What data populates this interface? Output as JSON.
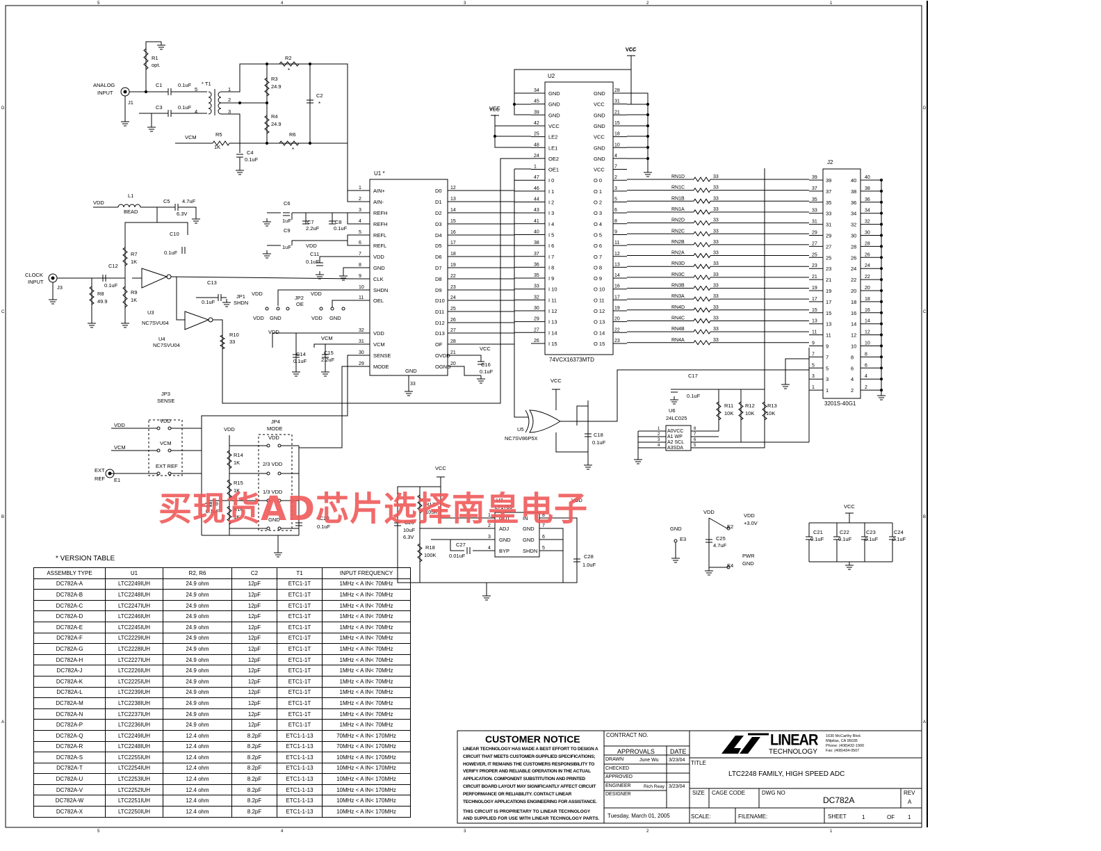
{
  "watermark": "买现货AD芯片选择南皇电子",
  "version_table": {
    "title": "VERSION TABLE",
    "headers": [
      "ASSEMBLY TYPE",
      "U1",
      "R2, R6",
      "C2",
      "T1",
      "INPUT FREQUENCY"
    ],
    "rows": [
      [
        "DC782A-A",
        "LTC2249IUH",
        "24.9 ohm",
        "12pF",
        "ETC1-1T",
        "1MHz < A IN< 70MHz"
      ],
      [
        "DC782A-B",
        "LTC2248IUH",
        "24.9 ohm",
        "12pF",
        "ETC1-1T",
        "1MHz < A IN< 70MHz"
      ],
      [
        "DC782A-C",
        "LTC2247IUH",
        "24.9 ohm",
        "12pF",
        "ETC1-1T",
        "1MHz < A IN< 70MHz"
      ],
      [
        "DC782A-D",
        "LTC2246IUH",
        "24.9 ohm",
        "12pF",
        "ETC1-1T",
        "1MHz < A IN< 70MHz"
      ],
      [
        "DC782A-E",
        "LTC2245IUH",
        "24.9 ohm",
        "12pF",
        "ETC1-1T",
        "1MHz < A IN< 70MHz"
      ],
      [
        "DC782A-F",
        "LTC2229IUH",
        "24.9 ohm",
        "12pF",
        "ETC1-1T",
        "1MHz < A IN< 70MHz"
      ],
      [
        "DC782A-G",
        "LTC2228IUH",
        "24.9 ohm",
        "12pF",
        "ETC1-1T",
        "1MHz < A IN< 70MHz"
      ],
      [
        "DC782A-H",
        "LTC2227IUH",
        "24.9 ohm",
        "12pF",
        "ETC1-1T",
        "1MHz < A IN< 70MHz"
      ],
      [
        "DC782A-J",
        "LTC2226IUH",
        "24.9 ohm",
        "12pF",
        "ETC1-1T",
        "1MHz < A IN< 70MHz"
      ],
      [
        "DC782A-K",
        "LTC2225IUH",
        "24.9 ohm",
        "12pF",
        "ETC1-1T",
        "1MHz < A IN< 70MHz"
      ],
      [
        "DC782A-L",
        "LTC2239IUH",
        "24.9 ohm",
        "12pF",
        "ETC1-1T",
        "1MHz < A IN< 70MHz"
      ],
      [
        "DC782A-M",
        "LTC2238IUH",
        "24.9 ohm",
        "12pF",
        "ETC1-1T",
        "1MHz < A IN< 70MHz"
      ],
      [
        "DC782A-N",
        "LTC2237IUH",
        "24.9 ohm",
        "12pF",
        "ETC1-1T",
        "1MHz < A IN< 70MHz"
      ],
      [
        "DC782A-P",
        "LTC2236IUH",
        "24.9 ohm",
        "12pF",
        "ETC1-1T",
        "1MHz < A IN< 70MHz"
      ],
      [
        "DC782A-Q",
        "LTC2249IUH",
        "12.4 ohm",
        "8.2pF",
        "ETC1-1-13",
        "70MHz < A IN< 170MHz"
      ],
      [
        "DC782A-R",
        "LTC2248IUH",
        "12.4 ohm",
        "8.2pF",
        "ETC1-1-13",
        "70MHz < A IN< 170MHz"
      ],
      [
        "DC782A-S",
        "LTC2255IUH",
        "12.4 ohm",
        "8.2pF",
        "ETC1-1-13",
        "10MHz < A IN< 170MHz"
      ],
      [
        "DC782A-T",
        "LTC2254IUH",
        "12.4 ohm",
        "8.2pF",
        "ETC1-1-13",
        "10MHz < A IN< 170MHz"
      ],
      [
        "DC782A-U",
        "LTC2253IUH",
        "12.4 ohm",
        "8.2pF",
        "ETC1-1-13",
        "10MHz < A IN< 170MHz"
      ],
      [
        "DC782A-V",
        "LTC2252IUH",
        "12.4 ohm",
        "8.2pF",
        "ETC1-1-13",
        "10MHz < A IN< 170MHz"
      ],
      [
        "DC782A-W",
        "LTC2251IUH",
        "12.4 ohm",
        "8.2pF",
        "ETC1-1-13",
        "10MHz < A IN< 170MHz"
      ],
      [
        "DC782A-X",
        "LTC2250IUH",
        "12.4 ohm",
        "8.2pF",
        "ETC1-1-13",
        "10MHz < A IN< 170MHz"
      ]
    ]
  },
  "notice": {
    "title": "CUSTOMER NOTICE",
    "body": "LINEAR TECHNOLOGY HAS MADE A BEST EFFORT TO DESIGN A CIRCUIT THAT MEETS CUSTOMER-SUPPLIED SPECIFICATIONS; HOWEVER, IT REMAINS THE CUSTOMERS RESPONSIBILITY TO VERIFY PROPER AND RELIABLE OPERATION IN THE ACTUAL APPLICATION. COMPONENT SUBSTITUTION AND PRINTED CIRCUIT BOARD LAYOUT MAY SIGNIFICANTLY AFFECT CIRCUIT PERFORMANCE OR RELIABILITY. CONTACT LINEAR TECHNOLOGY APPLICATIONS ENGINEERING FOR ASSISTANCE.",
    "footer": "THIS CIRCUIT IS PROPRIETARY TO LINEAR TECHNOLOGY AND SUPPLIED FOR USE WITH LINEAR TECHNOLOGY PARTS."
  },
  "title_block": {
    "contract_no": "CONTRACT NO.",
    "approvals": "APPROVALS",
    "date": "DATE",
    "drawn": "DRAWN",
    "drawn_by": "June Wu",
    "drawn_date": "3/23/04",
    "checked": "CHECKED",
    "approved": "APPROVED",
    "engineer": "ENGINEER",
    "engineer_name": "Rich Reay",
    "engineer_date": "3/23/04",
    "designer": "DESIGNER",
    "title_label": "TITLE",
    "title": "LTC2248 FAMILY, HIGH SPEED ADC",
    "size": "SIZE",
    "cage_code": "CAGE CODE",
    "dwg_no": "DWG NO",
    "dwg": "DC782A",
    "rev": "REV",
    "rev_val": "A",
    "printed_date": "Tuesday, March 01, 2005",
    "scale": "SCALE:",
    "filename": "FILENAME:",
    "sheet": "SHEET",
    "sheet_num": "1",
    "of": "OF",
    "sheet_total": "1",
    "company_top": "LINEAR",
    "company_bottom": "TECHNOLOGY",
    "address1": "1630 McCarthy Blvd.",
    "address2": "Milpitas, CA 95035",
    "phone": "Phone: (408)432-1900",
    "fax": "Fax: (408)434-0507"
  },
  "schematic": {
    "border_cols": [
      "5",
      "4",
      "3",
      "2",
      "1"
    ],
    "border_rows": [
      "D",
      "C",
      "B",
      "A"
    ],
    "analog_input": "ANALOG\nINPUT",
    "clock_input": "CLOCK\nINPUT",
    "u1": {
      "ref": "U1 *",
      "left_pins": [
        [
          "1",
          "AIN+"
        ],
        [
          "2",
          "AIN-"
        ],
        [
          "3",
          "REFH"
        ],
        [
          "4",
          "REFH"
        ],
        [
          "5",
          "REFL"
        ],
        [
          "6",
          "REFL"
        ],
        [
          "7",
          "VDD"
        ],
        [
          "8",
          "GND"
        ],
        [
          "9",
          "CLK"
        ],
        [
          "10",
          "SHDN"
        ],
        [
          "11",
          "OEL"
        ],
        [
          "32",
          "VDD"
        ],
        [
          "31",
          "VCM"
        ],
        [
          "30",
          "SENSE"
        ],
        [
          "29",
          "MODE"
        ]
      ],
      "right_pins": [
        [
          "12",
          "D0"
        ],
        [
          "13",
          "D1"
        ],
        [
          "14",
          "D2"
        ],
        [
          "15",
          "D3"
        ],
        [
          "16",
          "D4"
        ],
        [
          "17",
          "D5"
        ],
        [
          "18",
          "D6"
        ],
        [
          "19",
          "D7"
        ],
        [
          "22",
          "D8"
        ],
        [
          "23",
          "D9"
        ],
        [
          "24",
          "D10"
        ],
        [
          "25",
          "D11"
        ],
        [
          "26",
          "D12"
        ],
        [
          "27",
          "D13"
        ],
        [
          "28",
          "OF"
        ],
        [
          "21",
          "OVDD"
        ],
        [
          "20",
          "OGND"
        ]
      ],
      "gnd": "GND",
      "gnd_pin": "33"
    },
    "u2": {
      "ref": "U2",
      "part": "74VCX16373MTD",
      "left_pins": [
        [
          "34",
          "GND"
        ],
        [
          "45",
          "GND"
        ],
        [
          "39",
          "GND"
        ],
        [
          "42",
          "VCC"
        ],
        [
          "25",
          "LE2"
        ],
        [
          "48",
          "LE1"
        ],
        [
          "24",
          "OE2"
        ],
        [
          "1",
          "OE1"
        ],
        [
          "47",
          "I 0"
        ],
        [
          "46",
          "I 1"
        ],
        [
          "44",
          "I 2"
        ],
        [
          "43",
          "I 3"
        ],
        [
          "41",
          "I 4"
        ],
        [
          "40",
          "I 5"
        ],
        [
          "38",
          "I 6"
        ],
        [
          "37",
          "I 7"
        ],
        [
          "36",
          "I 8"
        ],
        [
          "35",
          "I 9"
        ],
        [
          "33",
          "I 10"
        ],
        [
          "32",
          "I 11"
        ],
        [
          "30",
          "I 12"
        ],
        [
          "29",
          "I 13"
        ],
        [
          "27",
          "I 14"
        ],
        [
          "26",
          "I 15"
        ]
      ],
      "right_pins": [
        [
          "28",
          "GND"
        ],
        [
          "31",
          "VCC"
        ],
        [
          "21",
          "GND"
        ],
        [
          "15",
          "GND"
        ],
        [
          "18",
          "VCC"
        ],
        [
          "10",
          "GND"
        ],
        [
          "4",
          "GND"
        ],
        [
          "7",
          "VCC"
        ],
        [
          "2",
          "O 0"
        ],
        [
          "3",
          "O 1"
        ],
        [
          "5",
          "O 2"
        ],
        [
          "6",
          "O 3"
        ],
        [
          "8",
          "O 4"
        ],
        [
          "9",
          "O 5"
        ],
        [
          "11",
          "O 6"
        ],
        [
          "12",
          "O 7"
        ],
        [
          "13",
          "O 8"
        ],
        [
          "14",
          "O 9"
        ],
        [
          "16",
          "O 10"
        ],
        [
          "17",
          "O 11"
        ],
        [
          "19",
          "O 12"
        ],
        [
          "20",
          "O 13"
        ],
        [
          "22",
          "O 14"
        ],
        [
          "23",
          "O 15"
        ]
      ]
    },
    "rn": [
      "RN1D",
      "RN1C",
      "RN1B",
      "RN1A",
      "RN2D",
      "RN2C",
      "RN2B",
      "RN2A",
      "RN3D",
      "RN3C",
      "RN3B",
      "RN3A",
      "RN4D",
      "RN4C",
      "RN4B",
      "RN4A"
    ],
    "rn_val": "33",
    "j2": {
      "ref": "J2",
      "part": "3201S-40G1",
      "left": [
        "39",
        "37",
        "35",
        "33",
        "31",
        "29",
        "27",
        "25",
        "23",
        "21",
        "19",
        "17",
        "15",
        "13",
        "11",
        "9",
        "7",
        "5",
        "3",
        "1"
      ],
      "right": [
        "40",
        "38",
        "36",
        "34",
        "32",
        "30",
        "28",
        "26",
        "24",
        "22",
        "20",
        "18",
        "16",
        "14",
        "12",
        "10",
        "8",
        "6",
        "4",
        "2"
      ]
    },
    "labels": [
      [
        "R1",
        218,
        86
      ],
      [
        "opt.",
        218,
        96
      ],
      [
        "C1",
        224,
        125
      ],
      [
        "0.1uF",
        256,
        125
      ],
      [
        "C3",
        224,
        157
      ],
      [
        "0.1uF",
        256,
        157
      ],
      [
        "J1",
        184,
        150
      ],
      [
        "* T1",
        290,
        123
      ],
      [
        "5",
        280,
        131
      ],
      [
        "4",
        280,
        163
      ],
      [
        "1",
        328,
        131
      ],
      [
        "2",
        328,
        146
      ],
      [
        "3",
        328,
        163
      ],
      [
        "R2",
        410,
        86
      ],
      [
        "R3",
        390,
        116
      ],
      [
        "24.9",
        390,
        127
      ],
      [
        "R4",
        390,
        170
      ],
      [
        "24.9",
        390,
        181
      ],
      [
        "C2",
        455,
        140
      ],
      [
        "R5",
        310,
        196
      ],
      [
        "1K",
        308,
        214
      ],
      [
        "VCM",
        266,
        200
      ],
      [
        "R6",
        416,
        196
      ],
      [
        "C4",
        355,
        222
      ],
      [
        "0.1uF",
        352,
        232
      ],
      [
        "VDD",
        134,
        294
      ],
      [
        "L1",
        184,
        284
      ],
      [
        "BEAD",
        178,
        307
      ],
      [
        "C5",
        235,
        292
      ],
      [
        "4.7uF",
        262,
        292
      ],
      [
        "6.3V",
        254,
        310
      ],
      [
        "C10",
        244,
        339
      ],
      [
        "0.1uF",
        236,
        366
      ],
      [
        "R7",
        188,
        368
      ],
      [
        "1K",
        188,
        379
      ],
      [
        "R9",
        188,
        423
      ],
      [
        "1K",
        188,
        434
      ],
      [
        "C12",
        156,
        385
      ],
      [
        "0.1uF",
        150,
        413
      ],
      [
        "R8",
        140,
        425
      ],
      [
        "49.9",
        140,
        436
      ],
      [
        "J3",
        82,
        416
      ],
      [
        "U3",
        212,
        452
      ],
      [
        "NC7SVU04",
        204,
        467
      ],
      [
        "C13",
        298,
        409
      ],
      [
        "0.1uF",
        290,
        437
      ],
      [
        "U4",
        228,
        490
      ],
      [
        "NC7SVU04",
        220,
        499
      ],
      [
        "R10",
        330,
        484
      ],
      [
        "33",
        330,
        494
      ],
      [
        "JP1",
        340,
        429
      ],
      [
        "SHDN",
        336,
        438
      ],
      [
        "VDD",
        362,
        425
      ],
      [
        "VDD",
        364,
        460
      ],
      [
        "GND",
        388,
        460
      ],
      [
        "JP2",
        424,
        431
      ],
      [
        "OE",
        426,
        440
      ],
      [
        "VDD",
        447,
        425
      ],
      [
        "VDD",
        448,
        460
      ],
      [
        "GND",
        474,
        460
      ],
      [
        "C6",
        408,
        295
      ],
      [
        "1uF",
        406,
        320
      ],
      [
        "C7",
        442,
        322
      ],
      [
        "2.2uF",
        440,
        331
      ],
      [
        "C8",
        482,
        322
      ],
      [
        "0.1uF",
        480,
        331
      ],
      [
        "C9",
        408,
        334
      ],
      [
        "1uF",
        406,
        358
      ],
      [
        "VDD",
        440,
        356
      ],
      [
        "C11",
        446,
        368
      ],
      [
        "0.1uF",
        440,
        379
      ],
      [
        "VDD",
        386,
        480
      ],
      [
        "C14",
        426,
        512
      ],
      [
        "0.1uF",
        422,
        522
      ],
      [
        "VCM",
        462,
        489
      ],
      [
        "C15",
        466,
        510
      ],
      [
        "2.2uF",
        462,
        520
      ],
      [
        "VCC",
        690,
        504
      ],
      [
        "C16",
        692,
        527
      ],
      [
        "0.1uF",
        690,
        537
      ],
      [
        "JP3",
        232,
        569
      ],
      [
        "SENSE",
        226,
        579
      ],
      [
        "VDD",
        164,
        614
      ],
      [
        "VCM",
        164,
        646
      ],
      [
        "EXT",
        136,
        679
      ],
      [
        "REF",
        136,
        691
      ],
      [
        "E1",
        164,
        693
      ],
      [
        "VDD",
        230,
        608
      ],
      [
        "VCM",
        230,
        640
      ],
      [
        "EXT REF",
        224,
        673
      ],
      [
        "JP4",
        390,
        609
      ],
      [
        "MODE",
        384,
        619
      ],
      [
        "VDD",
        322,
        620
      ],
      [
        "R14",
        336,
        657
      ],
      [
        "1K",
        336,
        668
      ],
      [
        "R15",
        336,
        697
      ],
      [
        "1K",
        336,
        708
      ],
      [
        "R16",
        336,
        735
      ],
      [
        "1K",
        336,
        746
      ],
      [
        "C19",
        300,
        727
      ],
      [
        "0.1uF",
        296,
        738
      ],
      [
        "VDD",
        386,
        632
      ],
      [
        "2/3 VDD",
        378,
        670
      ],
      [
        "1/3 VDD",
        378,
        710
      ],
      [
        "GND",
        386,
        750
      ],
      [
        "C20",
        460,
        748
      ],
      [
        "0.1uF",
        456,
        760
      ],
      [
        "VCC",
        626,
        676
      ],
      [
        "R17",
        612,
        728
      ],
      [
        "105K",
        612,
        739
      ],
      [
        "C26",
        582,
        754
      ],
      [
        "10uF",
        580,
        765
      ],
      [
        "6.3V",
        580,
        775
      ],
      [
        "R18",
        612,
        790
      ],
      [
        "100K",
        610,
        801
      ],
      [
        "C27",
        656,
        786
      ],
      [
        "0.01uF",
        646,
        802
      ],
      [
        "U7",
        714,
        722
      ],
      [
        "LT1763",
        712,
        732
      ],
      [
        "VDD",
        822,
        722
      ],
      [
        "C28",
        840,
        803
      ],
      [
        "1.0uF",
        838,
        815
      ],
      [
        "VCC",
        792,
        550
      ],
      [
        "U5",
        744,
        620
      ],
      [
        "NC7SV86P5X",
        726,
        633
      ],
      [
        "C18",
        854,
        628
      ],
      [
        "0.1uF",
        852,
        639
      ],
      [
        "C17",
        990,
        543
      ],
      [
        "0.1uF",
        988,
        572
      ],
      [
        "R11",
        1042,
        586
      ],
      [
        "10K",
        1042,
        597
      ],
      [
        "R12",
        1072,
        586
      ],
      [
        "10K",
        1072,
        597
      ],
      [
        "R13",
        1104,
        586
      ],
      [
        "10K",
        1102,
        597
      ],
      [
        "U6",
        962,
        593
      ],
      [
        "24LC025",
        958,
        604
      ],
      [
        "VCC",
        900,
        73
      ],
      [
        "VCC",
        704,
        158
      ],
      [
        "VDD",
        1012,
        739
      ],
      [
        "E2",
        1046,
        760
      ],
      [
        "VDD",
        1070,
        744
      ],
      [
        "+3.0V",
        1070,
        755
      ],
      [
        "GND",
        964,
        763
      ],
      [
        "E3",
        978,
        778
      ],
      [
        "C25",
        1030,
        777
      ],
      [
        "4.7uF",
        1026,
        787
      ],
      [
        "PWR",
        1068,
        802
      ],
      [
        "GND",
        1068,
        813
      ],
      [
        "E4",
        1046,
        816
      ],
      [
        "VCC",
        1214,
        731
      ],
      [
        "C21",
        1170,
        768
      ],
      [
        "0.1uF",
        1166,
        778
      ],
      [
        "C22",
        1208,
        768
      ],
      [
        "0.1uF",
        1206,
        778
      ],
      [
        "C23",
        1246,
        768
      ],
      [
        "0.1uF",
        1244,
        778
      ],
      [
        "C24",
        1286,
        768
      ],
      [
        "0.1uF",
        1284,
        778
      ]
    ]
  }
}
